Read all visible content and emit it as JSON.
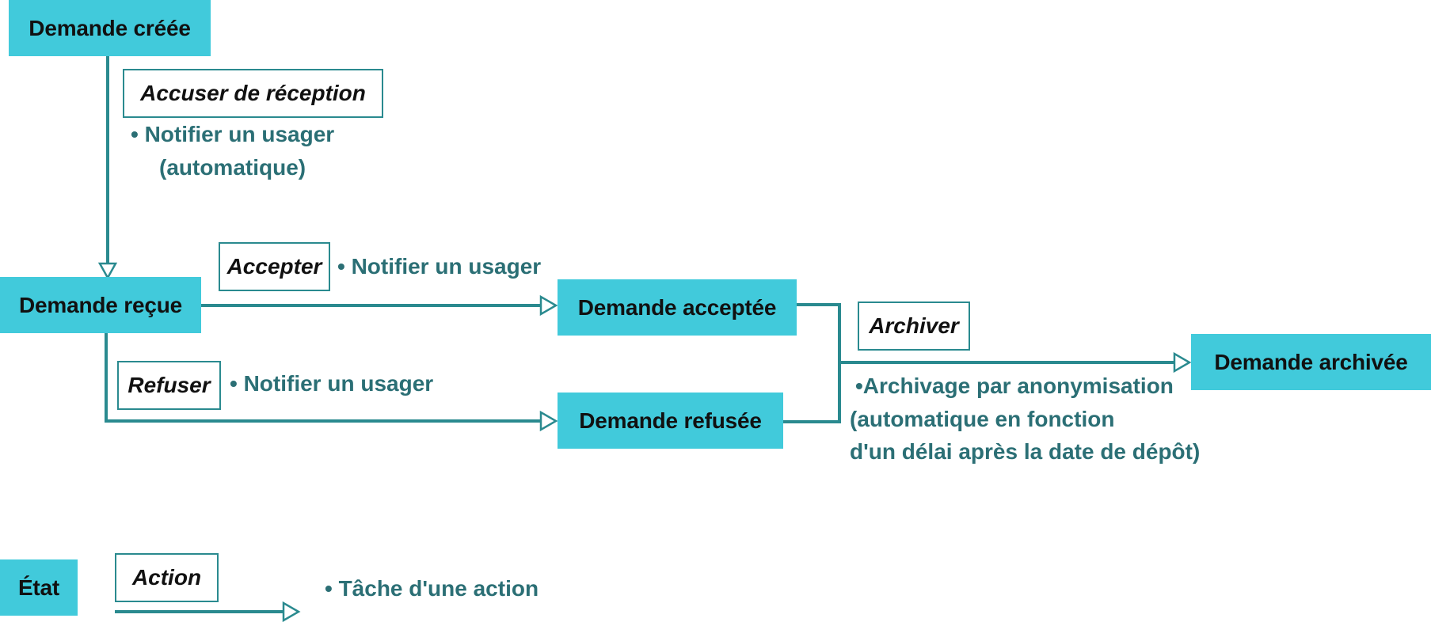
{
  "states": {
    "created": "Demande créée",
    "received": "Demande reçue",
    "accepted": "Demande acceptée",
    "refused": "Demande refusée",
    "archived": "Demande archivée"
  },
  "actions": {
    "acknowledge": "Accuser de réception",
    "accept": "Accepter",
    "refuse": "Refuser",
    "archive": "Archiver"
  },
  "tasks": {
    "acknowledge_line1": "• Notifier un usager",
    "acknowledge_line2": "(automatique)",
    "accept": "• Notifier un usager",
    "refuse": "• Notifier un usager",
    "archive_line1": "•Archivage par anonymisation",
    "archive_line2": "(automatique en fonction",
    "archive_line3": "d'un délai après la date de dépôt)"
  },
  "legend": {
    "state": "État",
    "action": "Action",
    "task": "• Tâche d'une action"
  },
  "colors": {
    "state_fill": "#41cadb",
    "line": "#2a8a8f",
    "task_text": "#2b6f75"
  }
}
